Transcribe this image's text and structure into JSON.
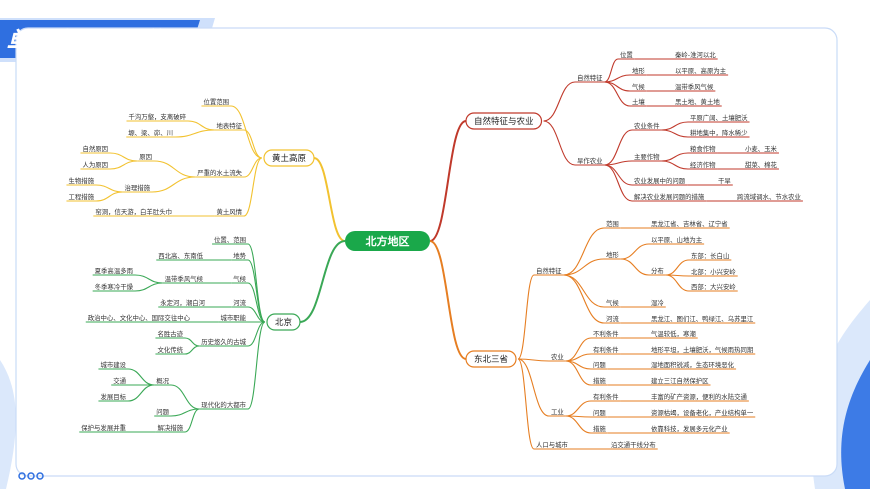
{
  "header": {
    "title": "单元知识图谱"
  },
  "colors": {
    "accent_blue": "#2f6fe0",
    "accent_light": "#cfe0fb",
    "root_green": "#1aa84a",
    "north_red": "#c0392b",
    "northeast_orange": "#e67e22",
    "loess_yellow": "#f2c230",
    "beijing_green": "#3aa856"
  },
  "mindmap": {
    "root": "北方地区",
    "n": [
      {
        "t": "自然特征与农业",
        "k": "big"
      },
      {
        "t": "自然特征"
      },
      {
        "t": "位置"
      },
      {
        "t": "秦岭-淮河以北"
      },
      {
        "t": "地形"
      },
      {
        "t": "以平原、高原为主"
      },
      {
        "t": "气候"
      },
      {
        "t": "温带季风气候"
      },
      {
        "t": "土壤"
      },
      {
        "t": "黑土地、黄土地"
      },
      {
        "t": "旱作农业"
      },
      {
        "t": "农业条件"
      },
      {
        "t": "平原广阔、土壤肥沃"
      },
      {
        "t": "耕地集中，降水稀少"
      },
      {
        "t": "主要作物"
      },
      {
        "t": "粮食作物"
      },
      {
        "t": "小麦、玉米"
      },
      {
        "t": "经济作物"
      },
      {
        "t": "甜菜、棉花"
      },
      {
        "t": "农业发展中的问题"
      },
      {
        "t": "干旱"
      },
      {
        "t": "解决农业发展问题的措施"
      },
      {
        "t": "跨流域调水、节水农业"
      },
      {
        "t": "东北三省",
        "k": "big"
      },
      {
        "t": "自然特征"
      },
      {
        "t": "范围"
      },
      {
        "t": "黑龙江省、吉林省、辽宁省"
      },
      {
        "t": "地形"
      },
      {
        "t": "以平原、山地为主"
      },
      {
        "t": "分布"
      },
      {
        "t": "东部：长白山"
      },
      {
        "t": "北部：小兴安岭"
      },
      {
        "t": "西部：大兴安岭"
      },
      {
        "t": "气候"
      },
      {
        "t": "湿冷"
      },
      {
        "t": "河流"
      },
      {
        "t": "黑龙江、图们江、鸭绿江、乌苏里江"
      },
      {
        "t": "农业"
      },
      {
        "t": "不利条件"
      },
      {
        "t": "气温较低，寒潮"
      },
      {
        "t": "有利条件"
      },
      {
        "t": "地形平坦，土壤肥沃，气候雨热同期"
      },
      {
        "t": "问题"
      },
      {
        "t": "湿地面积锐减，生态环境恶化"
      },
      {
        "t": "措施"
      },
      {
        "t": "建立三江自然保护区"
      },
      {
        "t": "工业"
      },
      {
        "t": "有利条件"
      },
      {
        "t": "丰富的矿产资源，便利的水陆交通"
      },
      {
        "t": "问题"
      },
      {
        "t": "资源枯竭，设备老化，产业结构单一"
      },
      {
        "t": "措施"
      },
      {
        "t": "依靠科技，发展多元化产业"
      },
      {
        "t": "人口与城市"
      },
      {
        "t": "沿交通干线分布"
      },
      {
        "t": "黄土高原",
        "k": "big"
      },
      {
        "t": "位置范围"
      },
      {
        "t": "地表特征"
      },
      {
        "t": "千沟万壑，支离破碎"
      },
      {
        "t": "塬、梁、峁、川"
      },
      {
        "t": "严重的水土流失"
      },
      {
        "t": "原因"
      },
      {
        "t": "自然原因"
      },
      {
        "t": "人为原因"
      },
      {
        "t": "治理措施"
      },
      {
        "t": "生物措施"
      },
      {
        "t": "工程措施"
      },
      {
        "t": "黄土风情"
      },
      {
        "t": "窑洞，信天游，白羊肚头巾"
      },
      {
        "t": "北京",
        "k": "big"
      },
      {
        "t": "位置、范围"
      },
      {
        "t": "地势"
      },
      {
        "t": "西北高、东南低"
      },
      {
        "t": "气候"
      },
      {
        "t": "温带季风气候"
      },
      {
        "t": "夏季高温多雨"
      },
      {
        "t": "冬季寒冷干燥"
      },
      {
        "t": "河流"
      },
      {
        "t": "永定河，潮白河"
      },
      {
        "t": "城市职能"
      },
      {
        "t": "政治中心、文化中心、国际交往中心"
      },
      {
        "t": "历史悠久的古城"
      },
      {
        "t": "名胜古迹"
      },
      {
        "t": "文化传统"
      },
      {
        "t": "现代化的大都市"
      },
      {
        "t": "概况"
      },
      {
        "t": "城市建设"
      },
      {
        "t": "交通"
      },
      {
        "t": "发展目标"
      },
      {
        "t": "问题"
      },
      {
        "t": "解决措施"
      },
      {
        "t": "保护与发展并重"
      }
    ]
  }
}
